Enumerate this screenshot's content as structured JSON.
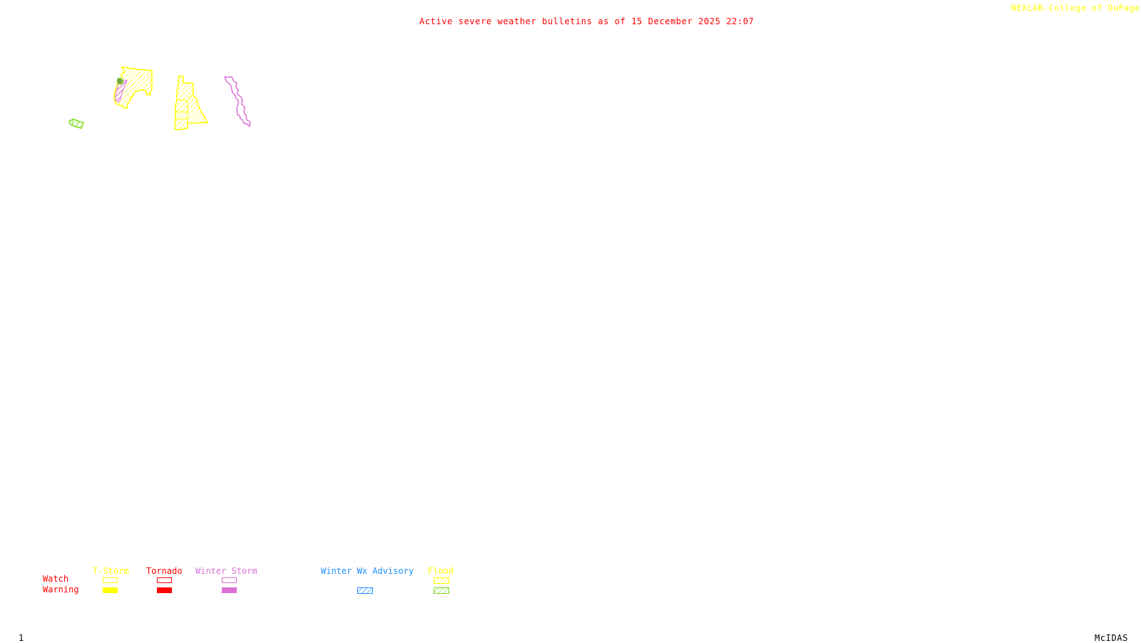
{
  "header": {
    "title": "Active severe weather bulletins as of 15 December 2025 22:07",
    "credit": "NEXLAB-College of DuPage",
    "credit_icon": "logo-arrow-icon"
  },
  "footer": {
    "frame_number": "1",
    "software": "McIDAS"
  },
  "colors": {
    "tstorm": "#ffff00",
    "tornado": "#ff0000",
    "winter_storm": "#da70d6",
    "winter_wx_advisory": "#1e90ff",
    "flood_watch": "#ffff00",
    "flood_warning": "#7fdd1e",
    "title": "#ff0000"
  },
  "legend": {
    "row_labels": {
      "watch": "Watch",
      "warning": "Warning"
    },
    "columns": [
      {
        "key": "tstorm",
        "label": "T-Storm",
        "watch_style": "outline",
        "warning_style": "filled"
      },
      {
        "key": "tornado",
        "label": "Tornado",
        "watch_style": "outline",
        "warning_style": "filled"
      },
      {
        "key": "winter_storm",
        "label": "Winter Storm",
        "watch_style": "outline",
        "warning_style": "filled"
      },
      {
        "key": "winter_wx_advisory",
        "label": "Winter Wx Advisory",
        "watch_style": "none",
        "warning_style": "hatched"
      },
      {
        "key": "flood",
        "label": "Flood",
        "watch_style": "hatched",
        "warning_style": "hatched"
      }
    ]
  },
  "map_areas": [
    {
      "name": "flood-warning-area",
      "type": "Flood Warning",
      "style": "hatched"
    },
    {
      "name": "tstorm-watch-area-west",
      "type": "T-Storm Watch (flood hatch)",
      "style": "hatched"
    },
    {
      "name": "winter-storm-warning-area",
      "type": "Winter Storm Warning",
      "style": "hatched"
    },
    {
      "name": "flood-warning-small-area",
      "type": "Flood Warning",
      "style": "filled"
    },
    {
      "name": "tstorm-watch-area-central",
      "type": "T-Storm Watch (flood hatch)",
      "style": "hatched"
    },
    {
      "name": "winter-storm-watch-area",
      "type": "Winter Storm Watch",
      "style": "outline"
    }
  ]
}
